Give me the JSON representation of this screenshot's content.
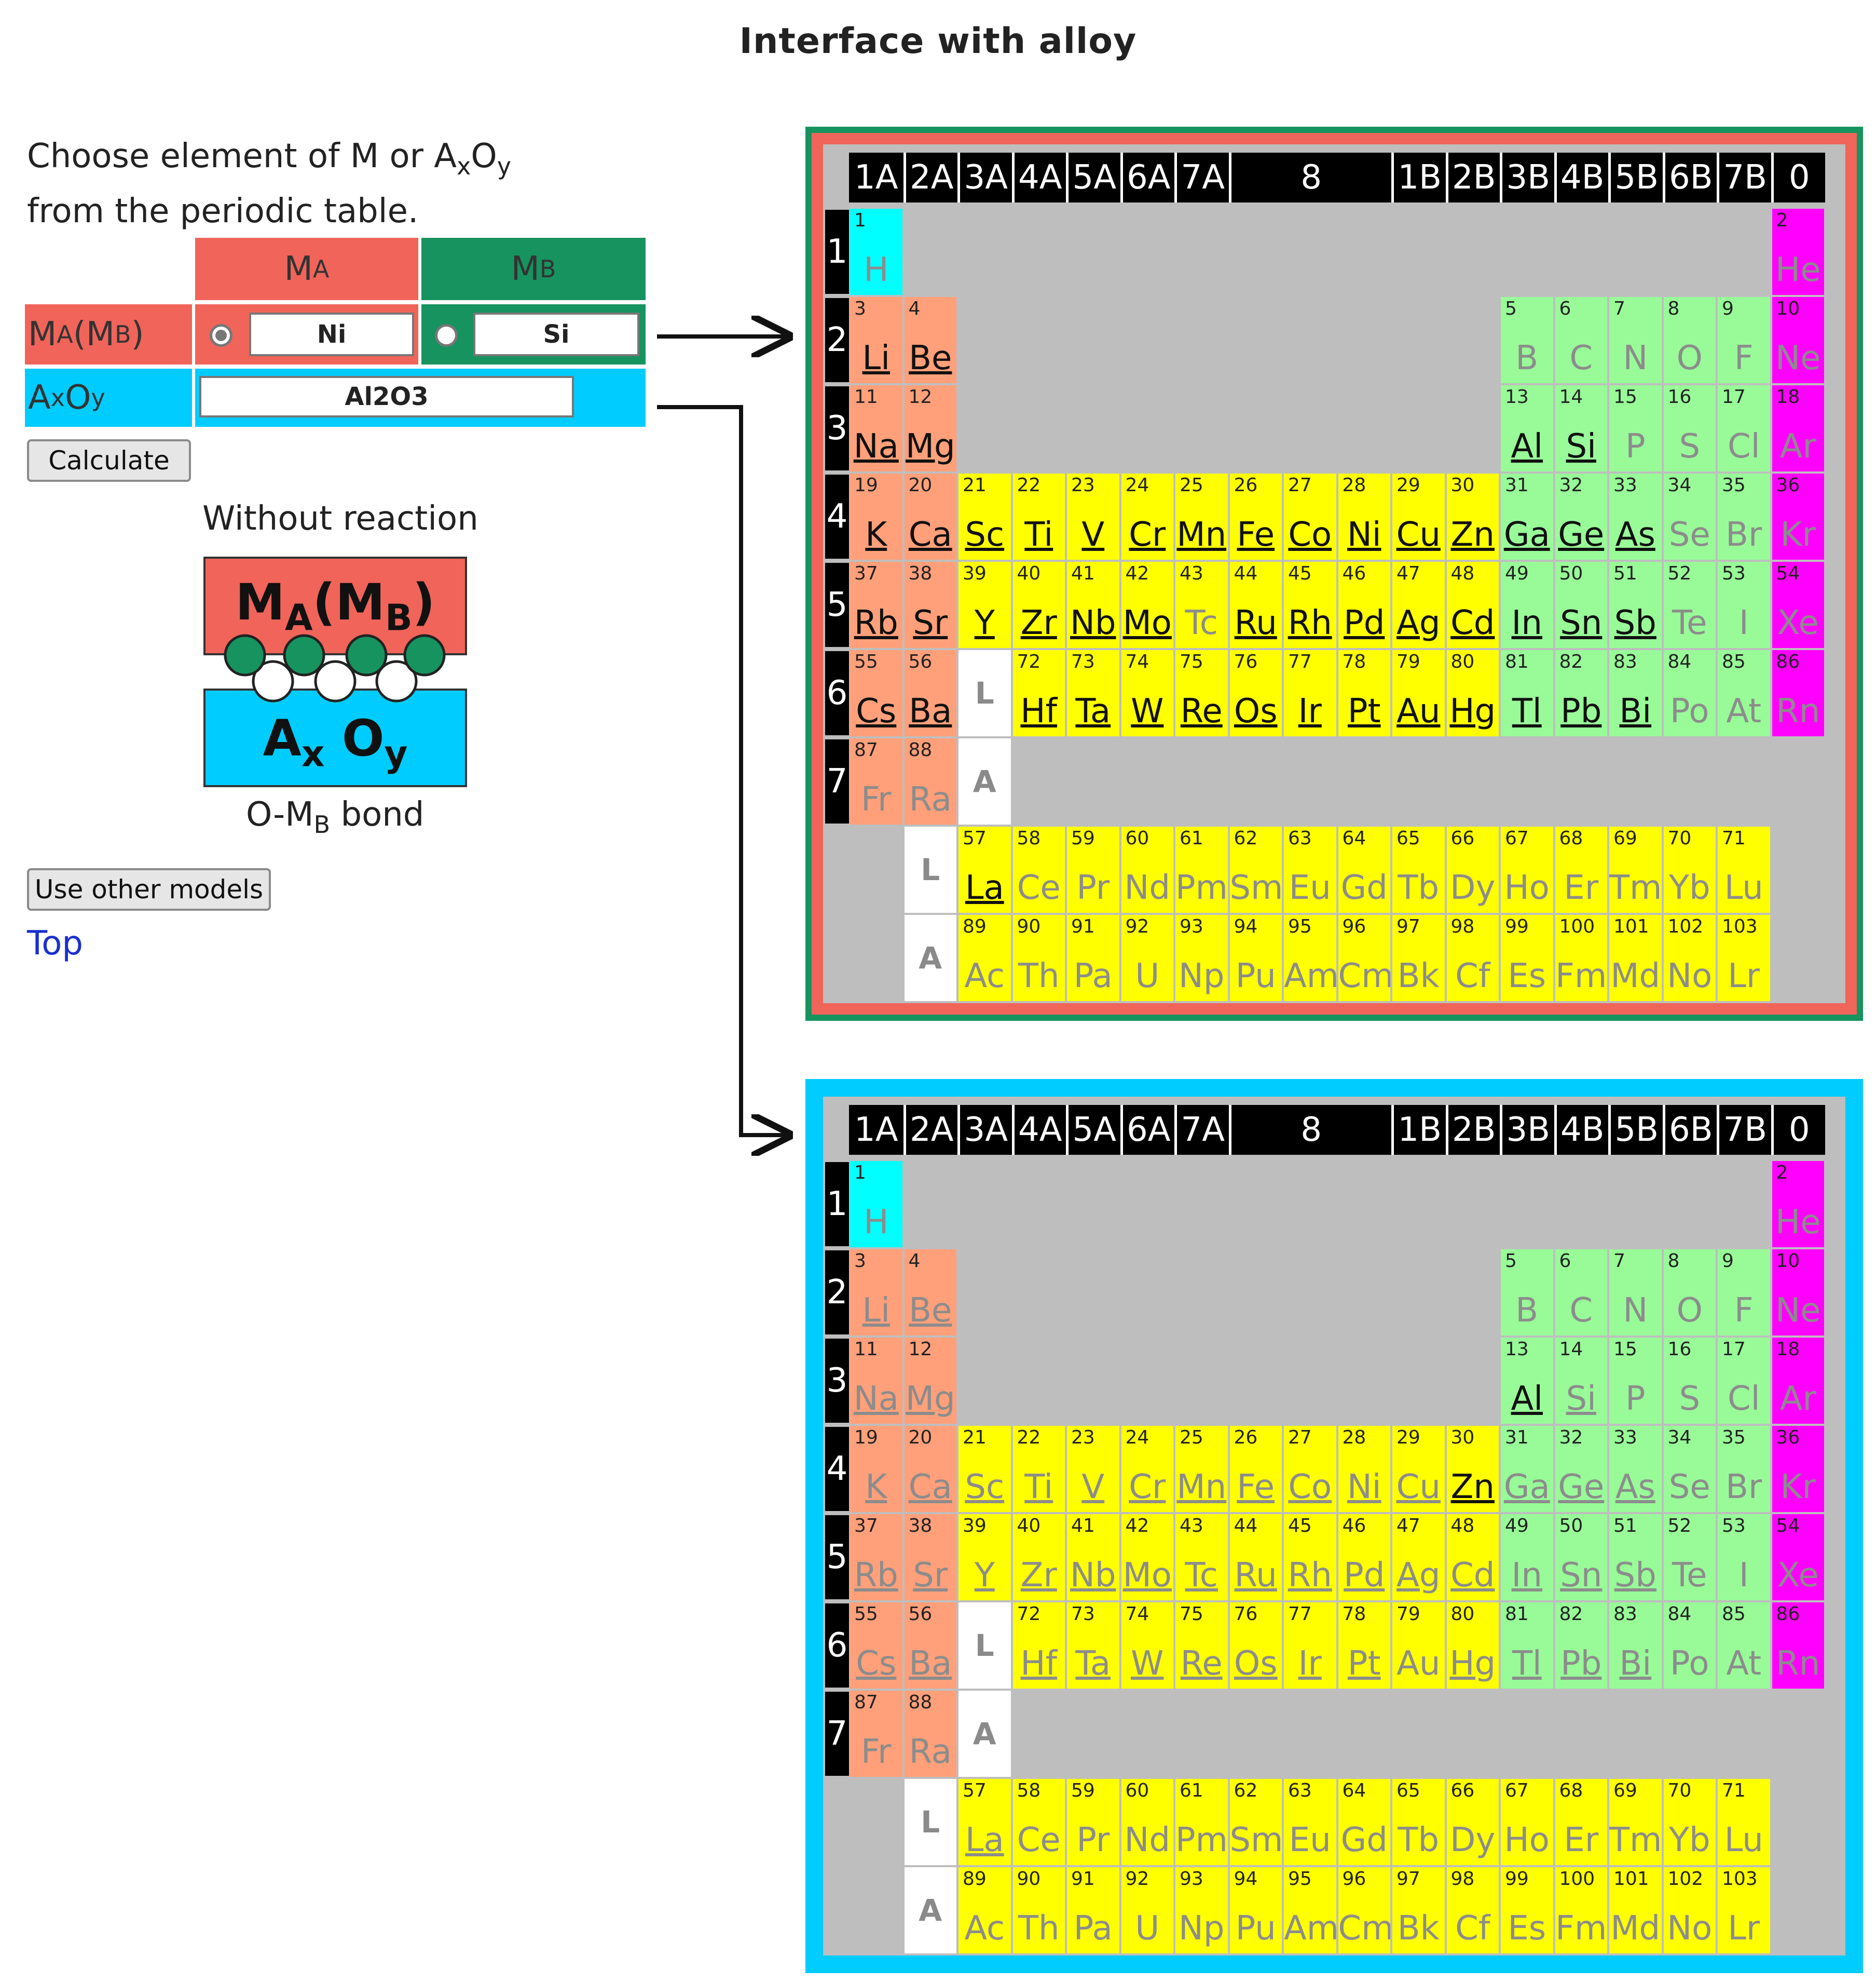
{
  "title": "Interface with alloy",
  "instructions": {
    "line1_pre": "Choose element of M or A",
    "line1_x": "x",
    "line1_o": "O",
    "line1_y": "y",
    "line2": "from the periodic table."
  },
  "form": {
    "ma_header": "M",
    "ma_sub": "A",
    "mb_header": "M",
    "mb_sub": "B",
    "row1_label": {
      "a": "M",
      "asub": "A",
      "b": "(M",
      "bsub": "B",
      "c": ")"
    },
    "row2_label": {
      "a": "A",
      "asub": "x",
      "b": "O",
      "bsub": "y"
    },
    "ma_value": "Ni",
    "mb_value": "Si",
    "axoy_value": "Al2O3",
    "selected_radio": "MA",
    "calculate_label": "Calculate"
  },
  "diagram": {
    "caption_top": "Without reaction",
    "top_block": {
      "a": "M",
      "asub": "A",
      "b": "(M",
      "bsub": "B",
      "c": ")"
    },
    "bottom_block": {
      "a": "A",
      "asub": "x",
      "b": " O",
      "bsub": "y"
    },
    "bond": {
      "a": "O-M",
      "asub": "B",
      "b": " bond"
    }
  },
  "use_other_models_label": "Use other models",
  "top_link": "Top",
  "periodic_table": {
    "groups": [
      "1A",
      "2A",
      "3A",
      "4A",
      "5A",
      "6A",
      "7A",
      "8",
      "1B",
      "2B",
      "3B",
      "4B",
      "5B",
      "6B",
      "7B",
      "0"
    ],
    "periods": [
      "1",
      "2",
      "3",
      "4",
      "5",
      "6",
      "7"
    ],
    "lanthanoid_label": "L",
    "actinoid_label": "A",
    "colors": {
      "alkali": "#ffa07a",
      "transition": "#ffff00",
      "main": "#98fb98",
      "noble": "#ff00ff",
      "hydrogen": "#00ffff",
      "background": "#bebebe"
    },
    "elements": [
      {
        "z": 1,
        "s": "H",
        "p": 1,
        "g": 1,
        "c": "hydrogen"
      },
      {
        "z": 2,
        "s": "He",
        "p": 1,
        "g": 18,
        "c": "noble"
      },
      {
        "z": 3,
        "s": "Li",
        "p": 2,
        "g": 1,
        "c": "alkali"
      },
      {
        "z": 4,
        "s": "Be",
        "p": 2,
        "g": 2,
        "c": "alkali"
      },
      {
        "z": 5,
        "s": "B",
        "p": 2,
        "g": 13,
        "c": "main"
      },
      {
        "z": 6,
        "s": "C",
        "p": 2,
        "g": 14,
        "c": "main"
      },
      {
        "z": 7,
        "s": "N",
        "p": 2,
        "g": 15,
        "c": "main"
      },
      {
        "z": 8,
        "s": "O",
        "p": 2,
        "g": 16,
        "c": "main"
      },
      {
        "z": 9,
        "s": "F",
        "p": 2,
        "g": 17,
        "c": "main"
      },
      {
        "z": 10,
        "s": "Ne",
        "p": 2,
        "g": 18,
        "c": "noble"
      },
      {
        "z": 11,
        "s": "Na",
        "p": 3,
        "g": 1,
        "c": "alkali"
      },
      {
        "z": 12,
        "s": "Mg",
        "p": 3,
        "g": 2,
        "c": "alkali"
      },
      {
        "z": 13,
        "s": "Al",
        "p": 3,
        "g": 13,
        "c": "main"
      },
      {
        "z": 14,
        "s": "Si",
        "p": 3,
        "g": 14,
        "c": "main"
      },
      {
        "z": 15,
        "s": "P",
        "p": 3,
        "g": 15,
        "c": "main"
      },
      {
        "z": 16,
        "s": "S",
        "p": 3,
        "g": 16,
        "c": "main"
      },
      {
        "z": 17,
        "s": "Cl",
        "p": 3,
        "g": 17,
        "c": "main"
      },
      {
        "z": 18,
        "s": "Ar",
        "p": 3,
        "g": 18,
        "c": "noble"
      },
      {
        "z": 19,
        "s": "K",
        "p": 4,
        "g": 1,
        "c": "alkali"
      },
      {
        "z": 20,
        "s": "Ca",
        "p": 4,
        "g": 2,
        "c": "alkali"
      },
      {
        "z": 21,
        "s": "Sc",
        "p": 4,
        "g": 3,
        "c": "transition"
      },
      {
        "z": 22,
        "s": "Ti",
        "p": 4,
        "g": 4,
        "c": "transition"
      },
      {
        "z": 23,
        "s": "V",
        "p": 4,
        "g": 5,
        "c": "transition"
      },
      {
        "z": 24,
        "s": "Cr",
        "p": 4,
        "g": 6,
        "c": "transition"
      },
      {
        "z": 25,
        "s": "Mn",
        "p": 4,
        "g": 7,
        "c": "transition"
      },
      {
        "z": 26,
        "s": "Fe",
        "p": 4,
        "g": 8,
        "c": "transition"
      },
      {
        "z": 27,
        "s": "Co",
        "p": 4,
        "g": 9,
        "c": "transition"
      },
      {
        "z": 28,
        "s": "Ni",
        "p": 4,
        "g": 10,
        "c": "transition"
      },
      {
        "z": 29,
        "s": "Cu",
        "p": 4,
        "g": 11,
        "c": "transition"
      },
      {
        "z": 30,
        "s": "Zn",
        "p": 4,
        "g": 12,
        "c": "transition"
      },
      {
        "z": 31,
        "s": "Ga",
        "p": 4,
        "g": 13,
        "c": "main"
      },
      {
        "z": 32,
        "s": "Ge",
        "p": 4,
        "g": 14,
        "c": "main"
      },
      {
        "z": 33,
        "s": "As",
        "p": 4,
        "g": 15,
        "c": "main"
      },
      {
        "z": 34,
        "s": "Se",
        "p": 4,
        "g": 16,
        "c": "main"
      },
      {
        "z": 35,
        "s": "Br",
        "p": 4,
        "g": 17,
        "c": "main"
      },
      {
        "z": 36,
        "s": "Kr",
        "p": 4,
        "g": 18,
        "c": "noble"
      },
      {
        "z": 37,
        "s": "Rb",
        "p": 5,
        "g": 1,
        "c": "alkali"
      },
      {
        "z": 38,
        "s": "Sr",
        "p": 5,
        "g": 2,
        "c": "alkali"
      },
      {
        "z": 39,
        "s": "Y",
        "p": 5,
        "g": 3,
        "c": "transition"
      },
      {
        "z": 40,
        "s": "Zr",
        "p": 5,
        "g": 4,
        "c": "transition"
      },
      {
        "z": 41,
        "s": "Nb",
        "p": 5,
        "g": 5,
        "c": "transition"
      },
      {
        "z": 42,
        "s": "Mo",
        "p": 5,
        "g": 6,
        "c": "transition"
      },
      {
        "z": 43,
        "s": "Tc",
        "p": 5,
        "g": 7,
        "c": "transition"
      },
      {
        "z": 44,
        "s": "Ru",
        "p": 5,
        "g": 8,
        "c": "transition"
      },
      {
        "z": 45,
        "s": "Rh",
        "p": 5,
        "g": 9,
        "c": "transition"
      },
      {
        "z": 46,
        "s": "Pd",
        "p": 5,
        "g": 10,
        "c": "transition"
      },
      {
        "z": 47,
        "s": "Ag",
        "p": 5,
        "g": 11,
        "c": "transition"
      },
      {
        "z": 48,
        "s": "Cd",
        "p": 5,
        "g": 12,
        "c": "transition"
      },
      {
        "z": 49,
        "s": "In",
        "p": 5,
        "g": 13,
        "c": "main"
      },
      {
        "z": 50,
        "s": "Sn",
        "p": 5,
        "g": 14,
        "c": "main"
      },
      {
        "z": 51,
        "s": "Sb",
        "p": 5,
        "g": 15,
        "c": "main"
      },
      {
        "z": 52,
        "s": "Te",
        "p": 5,
        "g": 16,
        "c": "main"
      },
      {
        "z": 53,
        "s": "I",
        "p": 5,
        "g": 17,
        "c": "main"
      },
      {
        "z": 54,
        "s": "Xe",
        "p": 5,
        "g": 18,
        "c": "noble"
      },
      {
        "z": 55,
        "s": "Cs",
        "p": 6,
        "g": 1,
        "c": "alkali"
      },
      {
        "z": 56,
        "s": "Ba",
        "p": 6,
        "g": 2,
        "c": "alkali"
      },
      {
        "z": 72,
        "s": "Hf",
        "p": 6,
        "g": 4,
        "c": "transition"
      },
      {
        "z": 73,
        "s": "Ta",
        "p": 6,
        "g": 5,
        "c": "transition"
      },
      {
        "z": 74,
        "s": "W",
        "p": 6,
        "g": 6,
        "c": "transition"
      },
      {
        "z": 75,
        "s": "Re",
        "p": 6,
        "g": 7,
        "c": "transition"
      },
      {
        "z": 76,
        "s": "Os",
        "p": 6,
        "g": 8,
        "c": "transition"
      },
      {
        "z": 77,
        "s": "Ir",
        "p": 6,
        "g": 9,
        "c": "transition"
      },
      {
        "z": 78,
        "s": "Pt",
        "p": 6,
        "g": 10,
        "c": "transition"
      },
      {
        "z": 79,
        "s": "Au",
        "p": 6,
        "g": 11,
        "c": "transition"
      },
      {
        "z": 80,
        "s": "Hg",
        "p": 6,
        "g": 12,
        "c": "transition"
      },
      {
        "z": 81,
        "s": "Tl",
        "p": 6,
        "g": 13,
        "c": "main"
      },
      {
        "z": 82,
        "s": "Pb",
        "p": 6,
        "g": 14,
        "c": "main"
      },
      {
        "z": 83,
        "s": "Bi",
        "p": 6,
        "g": 15,
        "c": "main"
      },
      {
        "z": 84,
        "s": "Po",
        "p": 6,
        "g": 16,
        "c": "main"
      },
      {
        "z": 85,
        "s": "At",
        "p": 6,
        "g": 17,
        "c": "main"
      },
      {
        "z": 86,
        "s": "Rn",
        "p": 6,
        "g": 18,
        "c": "noble"
      },
      {
        "z": 87,
        "s": "Fr",
        "p": 7,
        "g": 1,
        "c": "alkali"
      },
      {
        "z": 88,
        "s": "Ra",
        "p": 7,
        "g": 2,
        "c": "alkali"
      },
      {
        "z": 57,
        "s": "La",
        "p": 8,
        "g": 3,
        "c": "transition"
      },
      {
        "z": 58,
        "s": "Ce",
        "p": 8,
        "g": 4,
        "c": "transition"
      },
      {
        "z": 59,
        "s": "Pr",
        "p": 8,
        "g": 5,
        "c": "transition"
      },
      {
        "z": 60,
        "s": "Nd",
        "p": 8,
        "g": 6,
        "c": "transition"
      },
      {
        "z": 61,
        "s": "Pm",
        "p": 8,
        "g": 7,
        "c": "transition"
      },
      {
        "z": 62,
        "s": "Sm",
        "p": 8,
        "g": 8,
        "c": "transition"
      },
      {
        "z": 63,
        "s": "Eu",
        "p": 8,
        "g": 9,
        "c": "transition"
      },
      {
        "z": 64,
        "s": "Gd",
        "p": 8,
        "g": 10,
        "c": "transition"
      },
      {
        "z": 65,
        "s": "Tb",
        "p": 8,
        "g": 11,
        "c": "transition"
      },
      {
        "z": 66,
        "s": "Dy",
        "p": 8,
        "g": 12,
        "c": "transition"
      },
      {
        "z": 67,
        "s": "Ho",
        "p": 8,
        "g": 13,
        "c": "transition"
      },
      {
        "z": 68,
        "s": "Er",
        "p": 8,
        "g": 14,
        "c": "transition"
      },
      {
        "z": 69,
        "s": "Tm",
        "p": 8,
        "g": 15,
        "c": "transition"
      },
      {
        "z": 70,
        "s": "Yb",
        "p": 8,
        "g": 16,
        "c": "transition"
      },
      {
        "z": 71,
        "s": "Lu",
        "p": 8,
        "g": 17,
        "c": "transition"
      },
      {
        "z": 89,
        "s": "Ac",
        "p": 9,
        "g": 3,
        "c": "transition"
      },
      {
        "z": 90,
        "s": "Th",
        "p": 9,
        "g": 4,
        "c": "transition"
      },
      {
        "z": 91,
        "s": "Pa",
        "p": 9,
        "g": 5,
        "c": "transition"
      },
      {
        "z": 92,
        "s": "U",
        "p": 9,
        "g": 6,
        "c": "transition"
      },
      {
        "z": 93,
        "s": "Np",
        "p": 9,
        "g": 7,
        "c": "transition"
      },
      {
        "z": 94,
        "s": "Pu",
        "p": 9,
        "g": 8,
        "c": "transition"
      },
      {
        "z": 95,
        "s": "Am",
        "p": 9,
        "g": 9,
        "c": "transition"
      },
      {
        "z": 96,
        "s": "Cm",
        "p": 9,
        "g": 10,
        "c": "transition"
      },
      {
        "z": 97,
        "s": "Bk",
        "p": 9,
        "g": 11,
        "c": "transition"
      },
      {
        "z": 98,
        "s": "Cf",
        "p": 9,
        "g": 12,
        "c": "transition"
      },
      {
        "z": 99,
        "s": "Es",
        "p": 9,
        "g": 13,
        "c": "transition"
      },
      {
        "z": 100,
        "s": "Fm",
        "p": 9,
        "g": 14,
        "c": "transition"
      },
      {
        "z": 101,
        "s": "Md",
        "p": 9,
        "g": 15,
        "c": "transition"
      },
      {
        "z": 102,
        "s": "No",
        "p": 9,
        "g": 16,
        "c": "transition"
      },
      {
        "z": 103,
        "s": "Lr",
        "p": 9,
        "g": 17,
        "c": "transition"
      }
    ]
  },
  "metal_table": {
    "frame_outer_color": "#16935f",
    "frame_inner_color": "#f0645a",
    "active": [
      "Li",
      "Be",
      "Na",
      "Mg",
      "Al",
      "Si",
      "K",
      "Ca",
      "Sc",
      "Ti",
      "V",
      "Cr",
      "Mn",
      "Fe",
      "Co",
      "Ni",
      "Cu",
      "Zn",
      "Ga",
      "Ge",
      "As",
      "Rb",
      "Sr",
      "Y",
      "Zr",
      "Nb",
      "Mo",
      "Ru",
      "Rh",
      "Pd",
      "Ag",
      "Cd",
      "In",
      "Sn",
      "Sb",
      "Cs",
      "Ba",
      "Hf",
      "Ta",
      "W",
      "Re",
      "Os",
      "Ir",
      "Pt",
      "Au",
      "Hg",
      "Tl",
      "Pb",
      "Bi",
      "La"
    ],
    "dim_links": []
  },
  "oxide_table": {
    "frame_color": "#00ccff",
    "active": [
      "Al",
      "Zn"
    ],
    "dim_links": [
      "Li",
      "Be",
      "Na",
      "Mg",
      "Si",
      "K",
      "Ca",
      "Sc",
      "Ti",
      "V",
      "Cr",
      "Mn",
      "Fe",
      "Co",
      "Ni",
      "Cu",
      "Ga",
      "Ge",
      "As",
      "Rb",
      "Sr",
      "Y",
      "Zr",
      "Nb",
      "Mo",
      "Tc",
      "Ru",
      "Rh",
      "Pd",
      "Ag",
      "Cd",
      "In",
      "Sn",
      "Sb",
      "Cs",
      "Ba",
      "Hf",
      "Ta",
      "W",
      "Re",
      "Os",
      "Ir",
      "Pt",
      "Hg",
      "Tl",
      "Pb",
      "Bi",
      "La"
    ]
  },
  "ui_colors": {
    "ma": "#f0645a",
    "mb": "#16935f",
    "axoy": "#00ccff"
  }
}
